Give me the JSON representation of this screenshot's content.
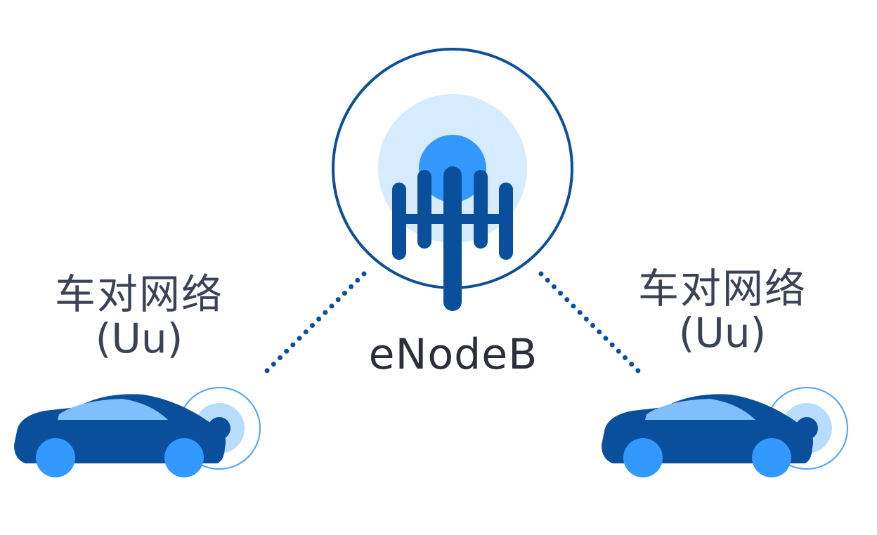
{
  "base_station": {
    "name": "eNodeB",
    "icon": "cell-tower-icon"
  },
  "links": [
    {
      "title": "车对网络",
      "protocol": "(Uu)"
    },
    {
      "title": "车对网络",
      "protocol": "(Uu)"
    }
  ],
  "vehicles": [
    {
      "icon": "car-icon"
    },
    {
      "icon": "car-icon"
    }
  ],
  "colors": {
    "dark_blue": "#0a4f9c",
    "mid_blue": "#3399ff",
    "light_blue": "#7fbfff",
    "pale_blue": "#d6ebfd",
    "circle_stroke": "#0b4f9a",
    "text": "#3a4256"
  }
}
